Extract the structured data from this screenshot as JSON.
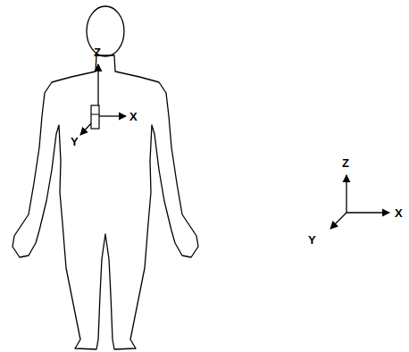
{
  "diagram": {
    "labels": [
      "Z",
      "X",
      "Y",
      "Z",
      "Y",
      "X"
    ]
  }
}
